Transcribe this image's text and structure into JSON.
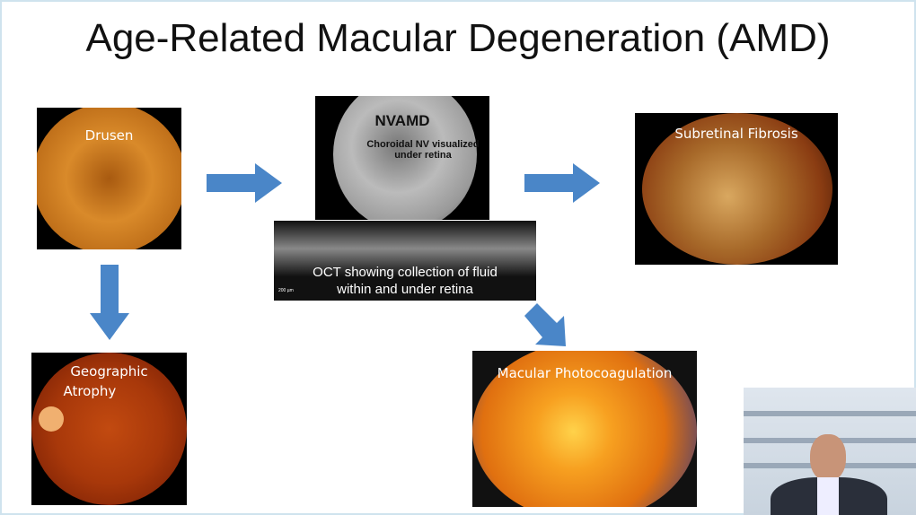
{
  "slide": {
    "title": "Age-Related Macular Degeneration (AMD)",
    "panels": {
      "drusen": "Drusen",
      "nvamd": "NVAMD",
      "nvamd_note": "Choroidal NV visualized under retina",
      "oct_caption_line1": "OCT showing collection of fluid",
      "oct_caption_line2": "within and under retina",
      "oct_scale": "200 µm",
      "fibrosis": "Subretinal Fibrosis",
      "atrophy_line1": "Geographic",
      "atrophy_line2": "Atrophy",
      "photocoag": "Macular Photocoagulation"
    },
    "arrow_color": "#4a86c8"
  }
}
